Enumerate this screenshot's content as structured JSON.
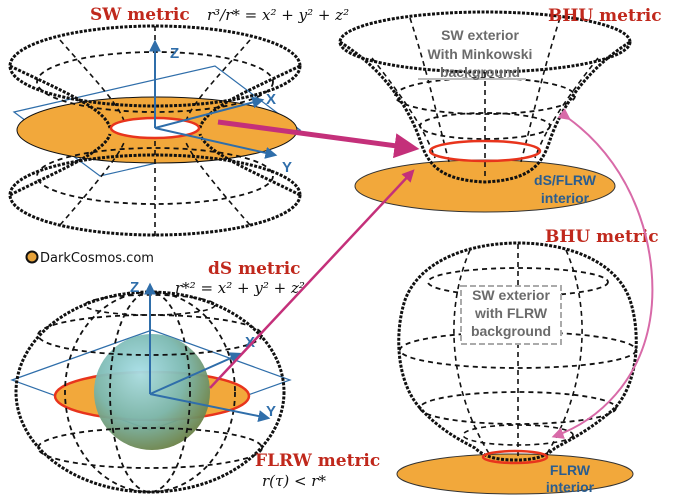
{
  "titles": {
    "sw_metric": "SW metric",
    "bhu_metric_top": "BHU metric",
    "ds_metric": "dS metric",
    "bhu_metric_bottom": "BHU metric",
    "flrw_metric": "FLRW metric"
  },
  "equations": {
    "sw_eq": "r³/r* = x² + y² + z²",
    "ds_eq": "r*² = x² + y² + z²",
    "flrw_eq": "r(τ) < r*"
  },
  "axes": {
    "top": {
      "z": "Z",
      "x": "X",
      "y": "Y"
    },
    "bottom": {
      "z": "Z",
      "x": "X",
      "y": "Y"
    }
  },
  "labels": {
    "top_right_line1": "SW  exterior",
    "top_right_line2": "With Minkowski",
    "top_right_line3": "background",
    "top_right_interior_line1": "dS/FLRW",
    "top_right_interior_line2": "interior",
    "bottom_right_line1": "SW exterior",
    "bottom_right_line2": "with FLRW",
    "bottom_right_line3": "background",
    "bottom_right_interior_line1": "FLRW",
    "bottom_right_interior_line2": "interior"
  },
  "brand": "DarkCosmos.com",
  "colors": {
    "orange": "#f2a83b",
    "red_ring": "#e8341c",
    "blue_axis": "#2f6eaa",
    "arrow": "#c4307a",
    "title_red": "#c0281c",
    "pink_curve": "#d86aa8"
  }
}
